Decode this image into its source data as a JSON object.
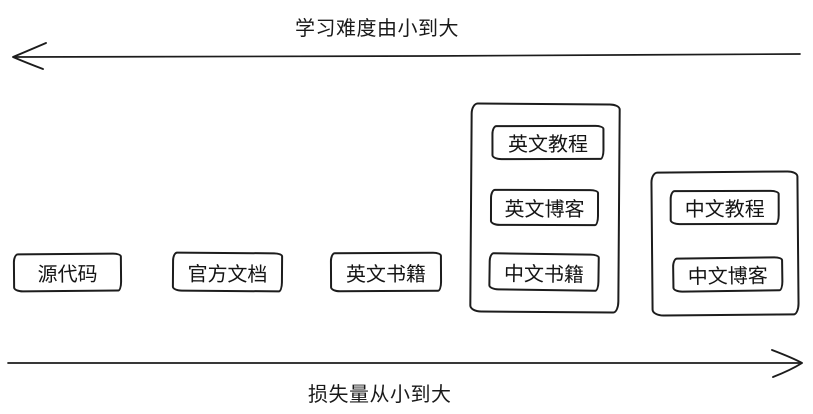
{
  "diagram": {
    "top_axis": {
      "label": "学习难度由小到大",
      "direction": "left"
    },
    "bottom_axis": {
      "label": "损失量从小到大",
      "direction": "right"
    },
    "nodes": {
      "source_code": "源代码",
      "official_docs": "官方文档",
      "english_books": "英文书籍"
    },
    "group_english": {
      "english_tutorials": "英文教程",
      "english_blogs": "英文博客",
      "chinese_books": "中文书籍"
    },
    "group_chinese": {
      "chinese_tutorials": "中文教程",
      "chinese_blogs": "中文博客"
    },
    "colors": {
      "stroke": "#1c1c1c",
      "background": "#ffffff"
    }
  }
}
